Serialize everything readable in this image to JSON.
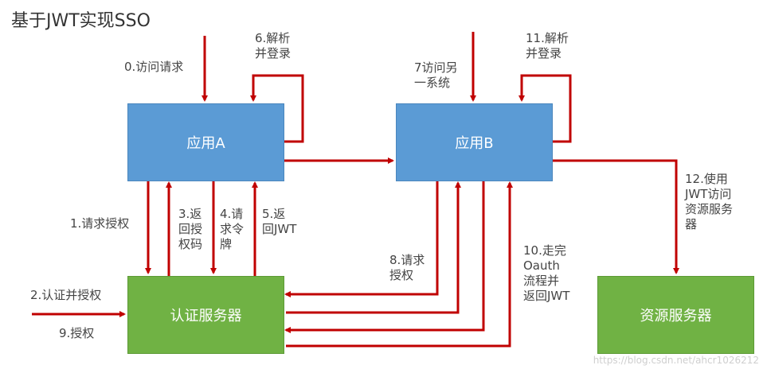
{
  "title": "基于JWT实现SSO",
  "nodes": {
    "app_a": "应用A",
    "app_b": "应用B",
    "auth_server": "认证服务器",
    "resource_server": "资源服务器"
  },
  "steps": {
    "s0": "0.访问请求",
    "s1": "1.请求授权",
    "s2": "2.认证并授权",
    "s3": "3.返\n回授\n权码",
    "s4": "4.请\n求令\n牌",
    "s5": "5.返\n回JWT",
    "s6": "6.解析\n并登录",
    "s7": "7访问另\n一系统",
    "s8": "8.请求\n授权",
    "s9": "9.授权",
    "s10": "10.走完\nOauth\n流程并\n返回JWT",
    "s11": "11.解析\n并登录",
    "s12": "12.使用\nJWT访问\n资源服务\n器"
  },
  "watermark": "https://blog.csdn.net/ahcr1026212",
  "colors": {
    "arrow": "#c00000",
    "app_box": "#5b9bd5",
    "server_box": "#70b244"
  }
}
